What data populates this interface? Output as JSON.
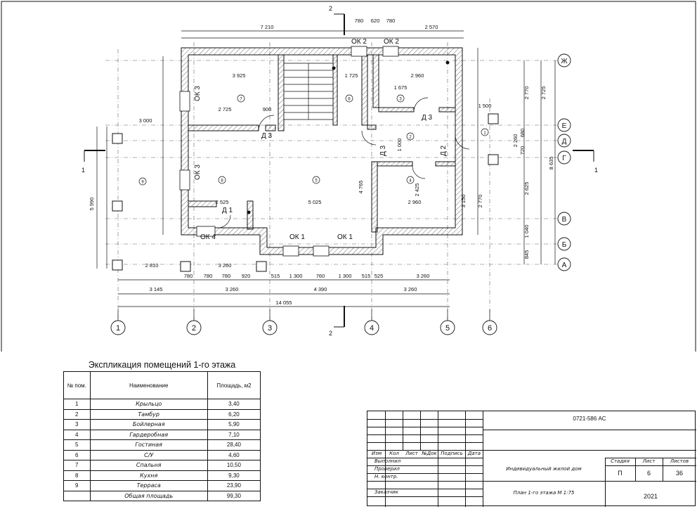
{
  "sheet": {
    "section_marks": {
      "top": "2",
      "bottom": "2",
      "left": "1",
      "right": "1"
    },
    "axes_numeric": [
      "1",
      "2",
      "3",
      "4",
      "5",
      "6"
    ],
    "axes_letters": [
      "Ж",
      "Е",
      "Д",
      "Г",
      "В",
      "Б",
      "А"
    ],
    "overall_dims": {
      "top_left": "7 210",
      "top_right": "2 570",
      "bottom_total": "14 055",
      "right_total": "8 635",
      "left_total": "5 990"
    },
    "bottom_dims_row1": [
      "780",
      "780",
      "780",
      "920",
      "515",
      "1 300",
      "760",
      "1 300",
      "515",
      "525",
      "3 260"
    ],
    "bottom_dims_row2": [
      "3 145",
      "3 260",
      "4 390",
      "3 260"
    ],
    "top_dims": [
      "780",
      "620",
      "780"
    ],
    "right_dims_outer": [
      "2 770",
      "2 625",
      "2 770",
      "1 040",
      "845"
    ],
    "right_dims_inner": [
      "2 725",
      "3 150",
      "680",
      "2 260",
      "720"
    ],
    "openings": {
      "windows": [
        "ОК 2",
        "ОК 2",
        "ОК 3",
        "ОК 3",
        "ОК 1",
        "ОК 1",
        "ОК 4"
      ],
      "doors": [
        "Д 3",
        "Д 3",
        "Д 3",
        "Д 2",
        "Д 1"
      ]
    },
    "room_numbers": [
      "1",
      "2",
      "3",
      "4",
      "5",
      "6",
      "7",
      "8",
      "9"
    ],
    "interior_dims": [
      "3 925",
      "1 725",
      "2 960",
      "2 725",
      "1 675",
      "900",
      "2 525",
      "5 025",
      "2 960",
      "3 000",
      "2 810",
      "3 260",
      "4 765",
      "2 425",
      "1 500",
      "1 000"
    ]
  },
  "explication": {
    "title": "Экспликация помещений 1-го этажа",
    "headers": {
      "num": "№ пом.",
      "name": "Наименование",
      "area": "Площадь, м2"
    },
    "rows": [
      {
        "num": "1",
        "name": "Крыльцо",
        "area": "3,40"
      },
      {
        "num": "2",
        "name": "Тамбур",
        "area": "6,20"
      },
      {
        "num": "3",
        "name": "Бойлерная",
        "area": "5,90"
      },
      {
        "num": "4",
        "name": "Гардеробная",
        "area": "7,10"
      },
      {
        "num": "5",
        "name": "Гостиная",
        "area": "28,40"
      },
      {
        "num": "6",
        "name": "С/У",
        "area": "4,60"
      },
      {
        "num": "7",
        "name": "Спальня",
        "area": "10,50"
      },
      {
        "num": "8",
        "name": "Кухня",
        "area": "9,30"
      },
      {
        "num": "9",
        "name": "Терраса",
        "area": "23,90"
      }
    ],
    "total": {
      "name": "Общая площадь",
      "area": "99,30"
    }
  },
  "title_block": {
    "code": "0721-586 АС",
    "headers": [
      "Изм",
      "Кол",
      "Лист",
      "№Док",
      "Подпись",
      "Дата"
    ],
    "roles": [
      "Выполнил",
      "Проверил",
      "Н. контр.",
      "",
      "Заказчик"
    ],
    "project": "Индивидуальный жилой дом",
    "sheet_title": "План 1-го этажа М 1:75",
    "stage_label": "Стадия",
    "sheet_label": "Лист",
    "sheets_label": "Листов",
    "stage": "П",
    "sheet_no": "6",
    "sheets_total": "36",
    "year": "2021"
  }
}
